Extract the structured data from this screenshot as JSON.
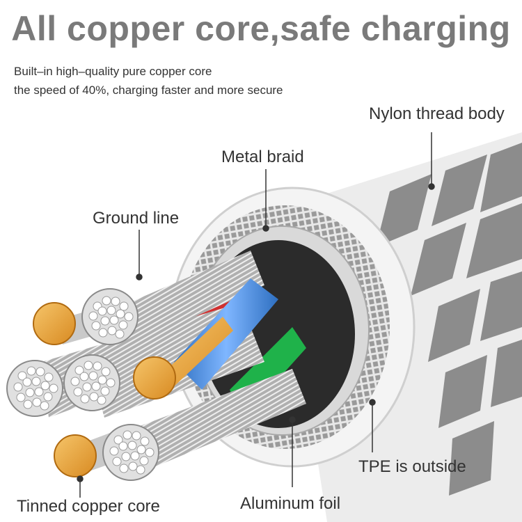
{
  "heading": {
    "title": "All copper core,safe charging",
    "line1": "Built–in high–quality pure copper core",
    "line2": "the speed of 40%, charging faster and more secure"
  },
  "labels": {
    "nylon": "Nylon thread body",
    "metal_braid": "Metal braid",
    "ground_line": "Ground line",
    "tpe": "TPE is outside",
    "tinned_copper": "Tinned copper core",
    "aluminum_foil": "Aluminum foil"
  },
  "colors": {
    "title": "#7a7a7a",
    "copper": "#e9a13a",
    "blue_insulation": "#4a8fd8",
    "green_insulation": "#1fb24a",
    "red_insulation": "#d03030",
    "nylon_stripe": "#8c8c8c"
  }
}
